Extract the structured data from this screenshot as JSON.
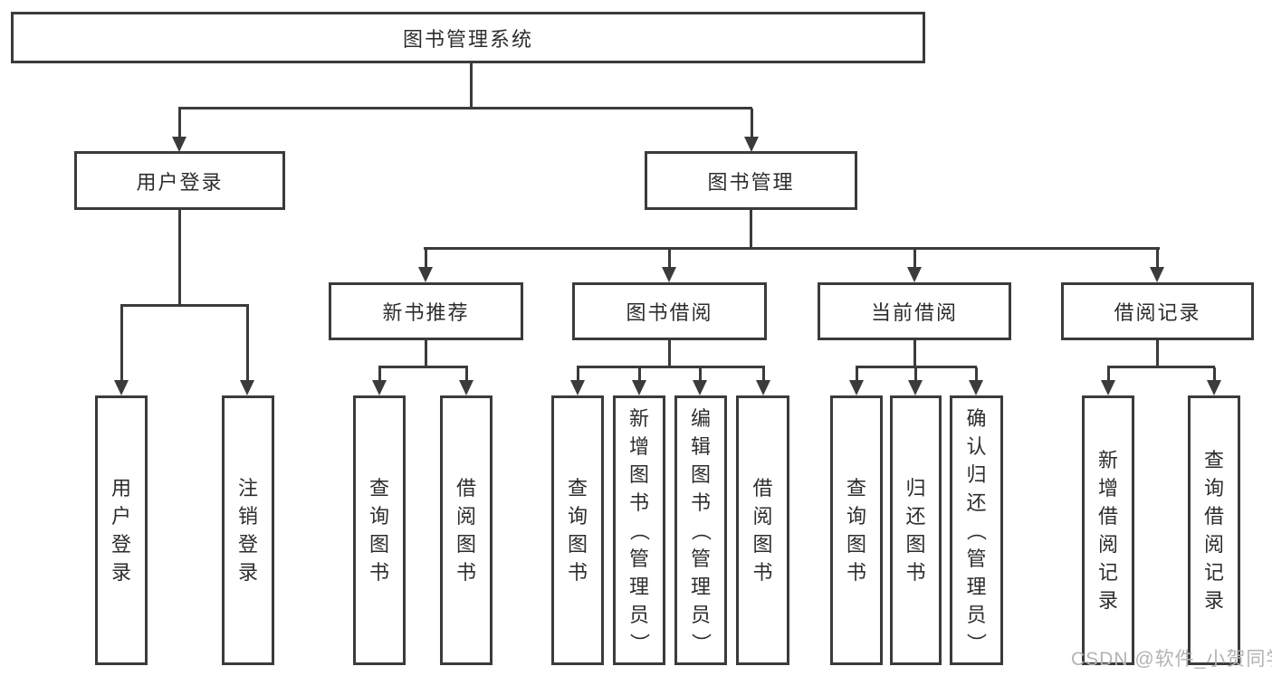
{
  "diagram": {
    "root": "图书管理系统",
    "branches": {
      "user_login": "用户登录",
      "book_management": "图书管理"
    },
    "modules": {
      "new_book_recommend": "新书推荐",
      "book_borrow": "图书借阅",
      "current_borrow": "当前借阅",
      "borrow_record": "借阅记录"
    },
    "leaves": {
      "user_login": "用户登录",
      "logout": "注销登录",
      "recommend_query_book": "查询图书",
      "recommend_borrow_book": "借阅图书",
      "borrow_query_book": "查询图书",
      "borrow_add_book": "新增图书（管理员）",
      "borrow_edit_book": "编辑图书（管理员）",
      "borrow_borrow_book": "借阅图书",
      "current_query_book": "查询图书",
      "current_return_book": "归还图书",
      "current_confirm_return": "确认归还（管理员）",
      "record_add": "新增借阅记录",
      "record_query": "查询借阅记录"
    },
    "watermark": "CSDN @软件_小贺同学",
    "colors": {
      "line": "#3b3b3b",
      "text": "#2d2d2d",
      "watermark": "#b3b3b3",
      "background": "#ffffff"
    }
  }
}
